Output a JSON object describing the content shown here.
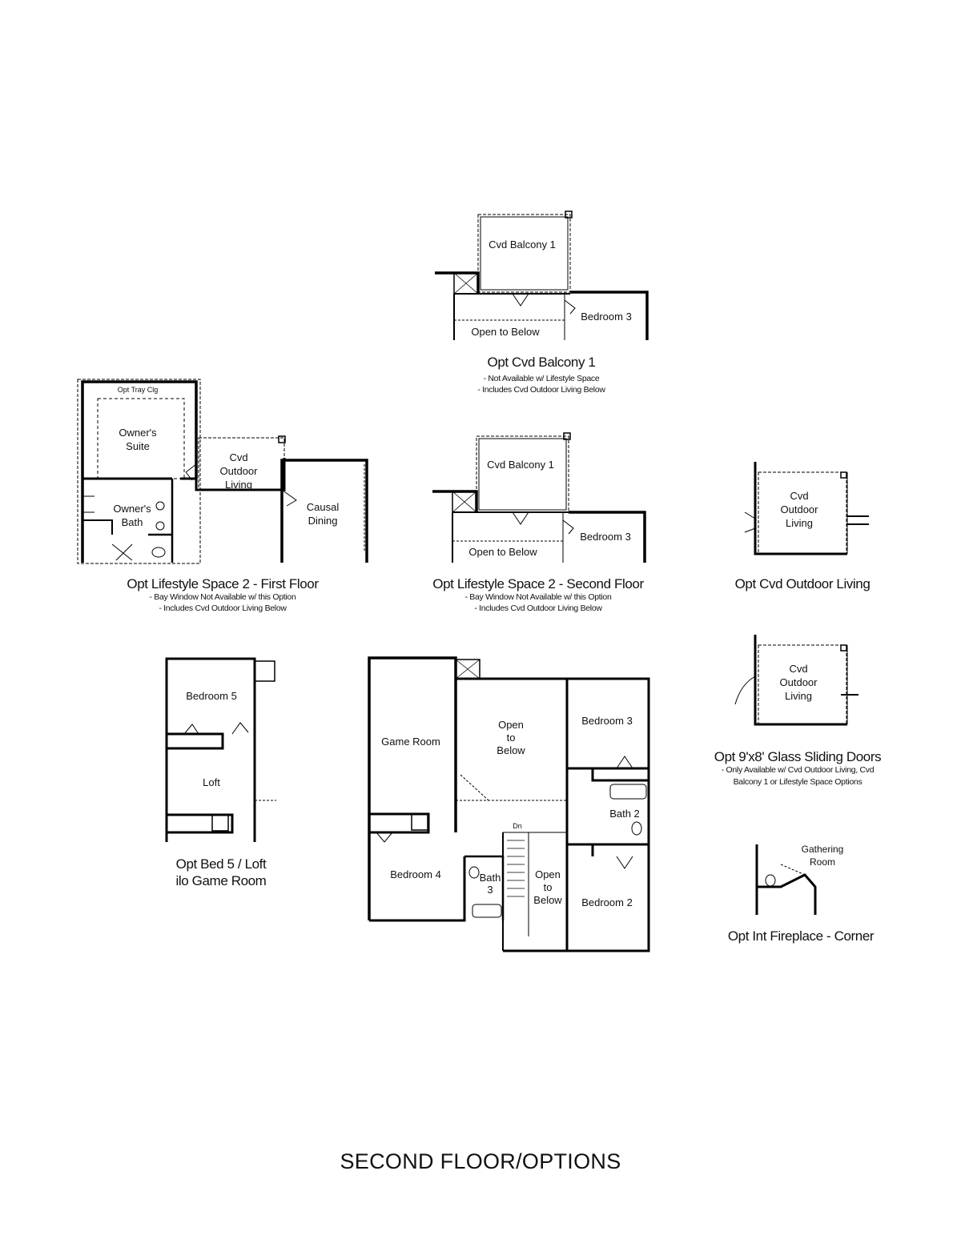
{
  "footer_title": "SECOND FLOOR/OPTIONS",
  "opt_cvd_balcony": {
    "title": "Opt Cvd Balcony 1",
    "notes": [
      "- Not Available w/ Lifestyle Space",
      "- Includes Cvd Outdoor Living Below"
    ],
    "rooms": {
      "balcony": "Cvd Balcony 1",
      "bedroom": "Bedroom 3",
      "open": "Open to Below"
    }
  },
  "lifestyle_first": {
    "title": "Opt Lifestyle Space 2 - First Floor",
    "notes": [
      "- Bay Window Not Available w/ this Option",
      "- Includes Cvd Outdoor Living Below"
    ],
    "rooms": {
      "tray": "Opt Tray Clg",
      "suite_1": "Owner's",
      "suite_2": "Suite",
      "outdoor_1": "Cvd",
      "outdoor_2": "Outdoor",
      "outdoor_3": "Living",
      "dining_1": "Causal",
      "dining_2": "Dining",
      "bath_1": "Owner's",
      "bath_2": "Bath"
    }
  },
  "lifestyle_second": {
    "title": "Opt Lifestyle Space 2 - Second Floor",
    "notes": [
      "- Bay Window Not Available w/ this Option",
      "- Includes Cvd Outdoor Living Below"
    ],
    "rooms": {
      "balcony": "Cvd Balcony 1",
      "bedroom": "Bedroom 3",
      "open": "Open to Below"
    }
  },
  "cvd_outdoor": {
    "title": "Opt Cvd Outdoor Living",
    "rooms": [
      "Cvd",
      "Outdoor",
      "Living"
    ]
  },
  "glass_doors": {
    "title": "Opt 9'x8' Glass Sliding Doors",
    "notes": [
      "- Only Available w/ Cvd Outdoor Living, Cvd",
      "Balcony 1 or Lifestyle Space Options"
    ],
    "rooms": [
      "Cvd",
      "Outdoor",
      "Living"
    ]
  },
  "fireplace": {
    "title": "Opt Int Fireplace - Corner",
    "rooms": [
      "Gathering",
      "Room"
    ]
  },
  "bed5_loft": {
    "title_1": "Opt Bed 5 / Loft",
    "title_2": "ilo Game Room",
    "rooms": {
      "bedroom": "Bedroom 5",
      "loft": "Loft"
    }
  },
  "second_floor": {
    "rooms": {
      "game": "Game Room",
      "open1": [
        "Open",
        "to",
        "Below"
      ],
      "bed3": "Bedroom 3",
      "bath2": "Bath 2",
      "dn": "Dn",
      "bed4": "Bedroom 4",
      "bath3": [
        "Bath",
        "3"
      ],
      "open2": [
        "Open",
        "to",
        "Below"
      ],
      "bed2": "Bedroom 2"
    }
  }
}
